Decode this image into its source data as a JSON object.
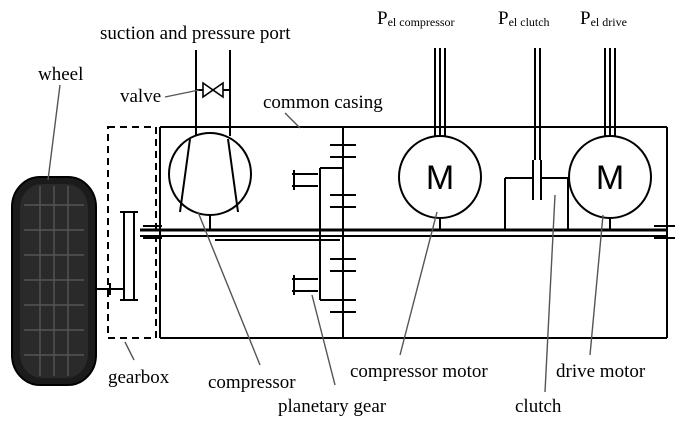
{
  "labels": {
    "suction_port": "suction and pressure port",
    "wheel": "wheel",
    "valve": "valve",
    "common_casing": "common casing",
    "gearbox": "gearbox",
    "compressor": "compressor",
    "planetary_gear": "planetary gear",
    "compressor_motor": "compressor motor",
    "clutch": "clutch",
    "drive_motor": "drive motor"
  },
  "power_inputs": {
    "compressor": {
      "symbol": "P",
      "subscript": "el compressor"
    },
    "clutch": {
      "symbol": "P",
      "subscript": "el clutch"
    },
    "drive": {
      "symbol": "P",
      "subscript": "el drive"
    }
  },
  "motor_symbol": "M"
}
